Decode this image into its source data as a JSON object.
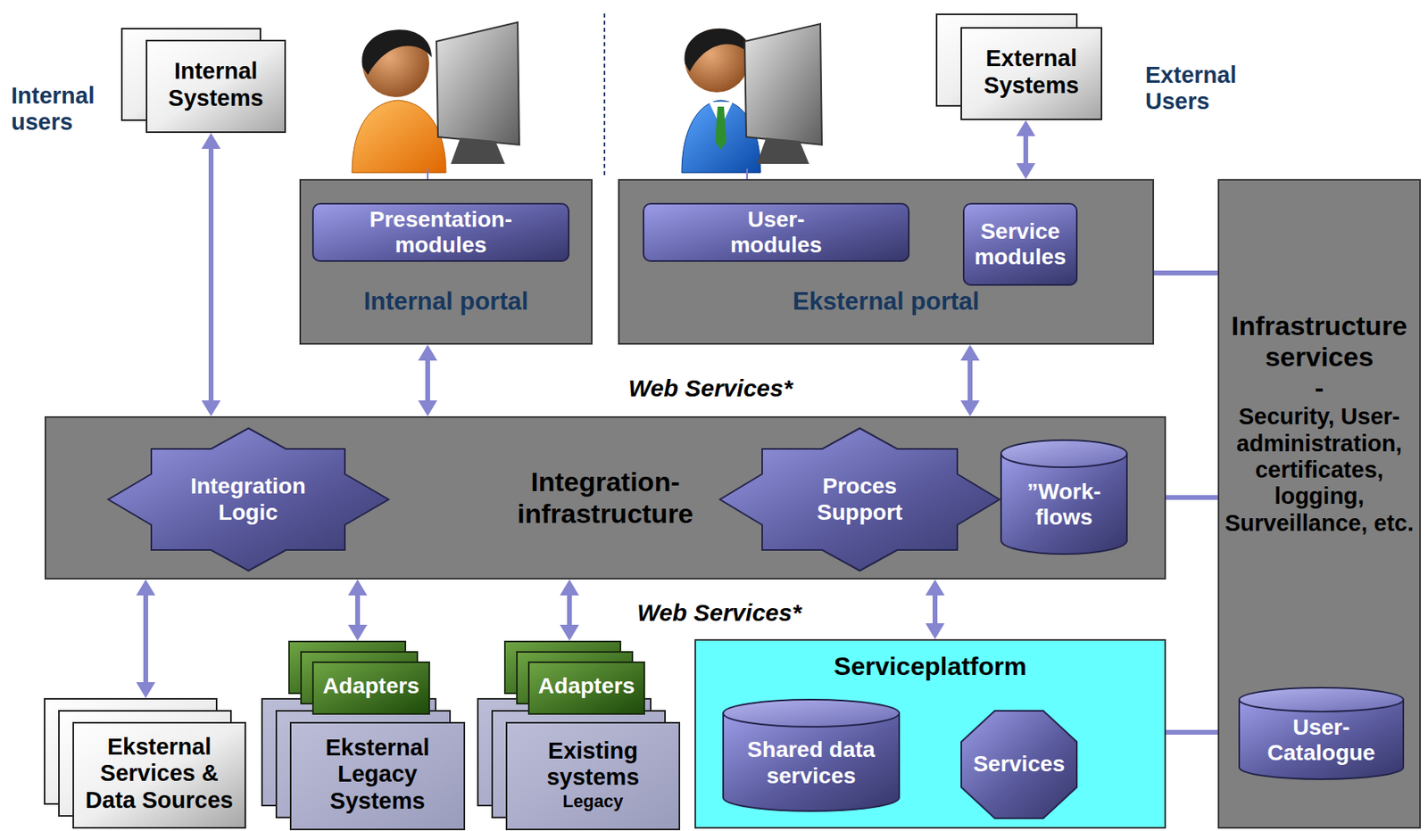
{
  "diagram": {
    "nodes": [
      {
        "text": [
          "Internal Systems"
        ]
      },
      {
        "text": [
          "Internal portal"
        ]
      },
      {
        "text": [
          "Presentation- modules"
        ],
        "in": 1
      },
      {
        "text": [
          "Eksternal portal"
        ]
      },
      {
        "text": [
          "User- modules"
        ],
        "in": 3
      },
      {
        "text": [
          "Service modules"
        ],
        "in": 3
      },
      {
        "text": [
          "External Systems"
        ]
      },
      {
        "text": [
          "Infrastructure services",
          "-",
          "Security, User- administration, certificates, logging, Surveillance, etc."
        ]
      },
      {
        "text": [
          "User- Catalogue"
        ],
        "in": 7
      },
      {
        "text": [
          "Integration- infrastructure"
        ]
      },
      {
        "text": [
          "Integration Logic"
        ],
        "in": 9
      },
      {
        "text": [
          "Proces Support"
        ],
        "in": 9
      },
      {
        "text": [
          "”Work- flows"
        ],
        "in": 9
      },
      {
        "text": [
          "Eksternal Services & Data Sources"
        ]
      },
      {
        "text": [
          "Adapters"
        ]
      },
      {
        "text": [
          "Eksternal Legacy Systems"
        ]
      },
      {
        "text": [
          "Adapters"
        ]
      },
      {
        "text": [
          "Existing systems",
          "Legacy"
        ]
      },
      {
        "text": [
          "Serviceplatform"
        ]
      },
      {
        "text": [
          "Shared data services"
        ],
        "in": 18
      },
      {
        "text": [
          "Services"
        ],
        "in": 18
      }
    ],
    "edges": [
      {
        "from": 0,
        "to": 9,
        "arrow": "both"
      },
      {
        "from": 1,
        "to": 9,
        "arrow": "both"
      },
      {
        "from": 3,
        "to": 9,
        "arrow": "both"
      },
      {
        "from": 6,
        "to": 3,
        "arrow": "both"
      },
      {
        "from": 3,
        "to": 7,
        "arrow": "none"
      },
      {
        "from": 9,
        "to": 7,
        "arrow": "none"
      },
      {
        "from": 9,
        "to": 13,
        "arrow": "both"
      },
      {
        "from": 9,
        "to": 14,
        "arrow": "both"
      },
      {
        "from": 9,
        "to": 16,
        "arrow": "both"
      },
      {
        "from": 9,
        "to": 18,
        "arrow": "both"
      },
      {
        "from": 18,
        "to": 7,
        "arrow": "none"
      }
    ],
    "labels": [
      "Internal users",
      "External Users",
      "Web Services*",
      "Web Services*"
    ]
  }
}
